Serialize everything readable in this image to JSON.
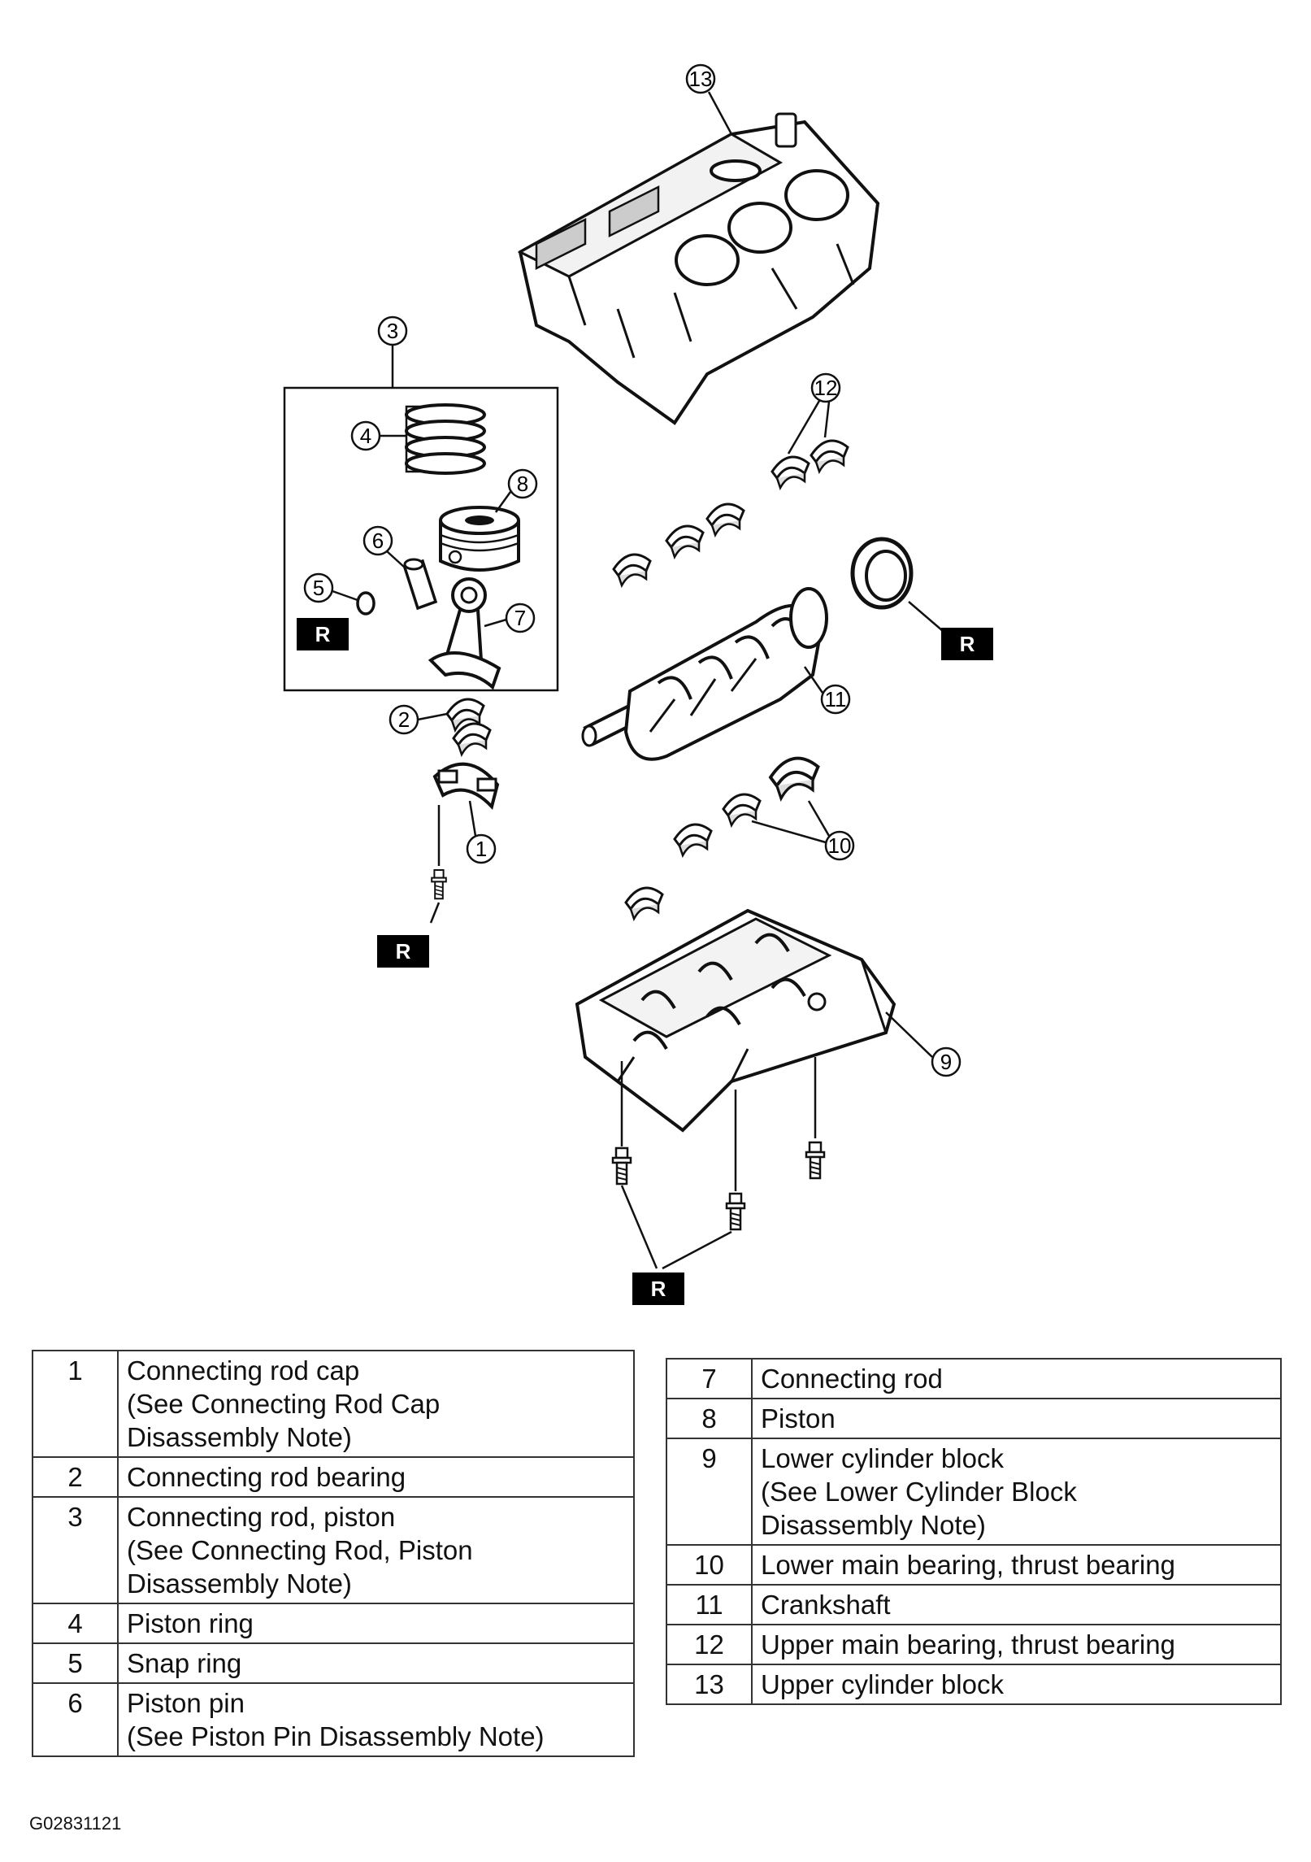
{
  "callouts": {
    "c1": "1",
    "c2": "2",
    "c3": "3",
    "c4": "4",
    "c5": "5",
    "c6": "6",
    "c7": "7",
    "c8": "8",
    "c9": "9",
    "c10": "10",
    "c11": "11",
    "c12": "12",
    "c13": "13"
  },
  "badge_label": "R",
  "legend_left": [
    {
      "num": "1",
      "desc": "Connecting rod cap\n(See Connecting Rod Cap\nDisassembly Note)"
    },
    {
      "num": "2",
      "desc": "Connecting rod bearing"
    },
    {
      "num": "3",
      "desc": "Connecting rod, piston\n(See Connecting Rod, Piston\nDisassembly Note)"
    },
    {
      "num": "4",
      "desc": "Piston ring"
    },
    {
      "num": "5",
      "desc": "Snap ring"
    },
    {
      "num": "6",
      "desc": "Piston pin\n(See Piston Pin Disassembly Note)"
    }
  ],
  "legend_right": [
    {
      "num": "7",
      "desc": "Connecting rod"
    },
    {
      "num": "8",
      "desc": "Piston"
    },
    {
      "num": "9",
      "desc": "Lower cylinder block\n(See Lower Cylinder Block\nDisassembly Note)"
    },
    {
      "num": "10",
      "desc": "Lower main bearing, thrust bearing"
    },
    {
      "num": "11",
      "desc": "Crankshaft"
    },
    {
      "num": "12",
      "desc": "Upper main bearing, thrust bearing"
    },
    {
      "num": "13",
      "desc": "Upper cylinder block"
    }
  ],
  "figure_id": "G02831121"
}
